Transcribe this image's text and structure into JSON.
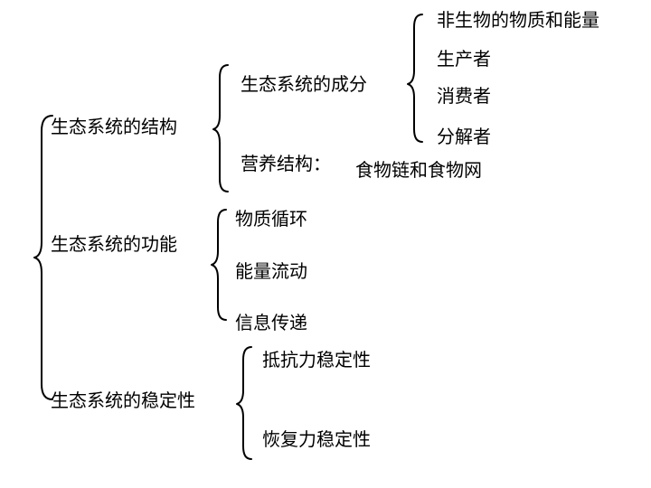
{
  "tree": {
    "structure": {
      "label": "生态系统的结构",
      "components": {
        "label": "生态系统的成分",
        "items": [
          "非生物的物质和能量",
          "生产者",
          "消费者",
          "分解者"
        ]
      },
      "nutrition": {
        "label": "营养结构：",
        "value": "食物链和食物网"
      }
    },
    "function": {
      "label": "生态系统的功能",
      "items": [
        "物质循环",
        "能量流动",
        "信息传递"
      ]
    },
    "stability": {
      "label": "生态系统的稳定性",
      "items": [
        "抵抗力稳定性",
        "恢复力稳定性"
      ]
    }
  }
}
